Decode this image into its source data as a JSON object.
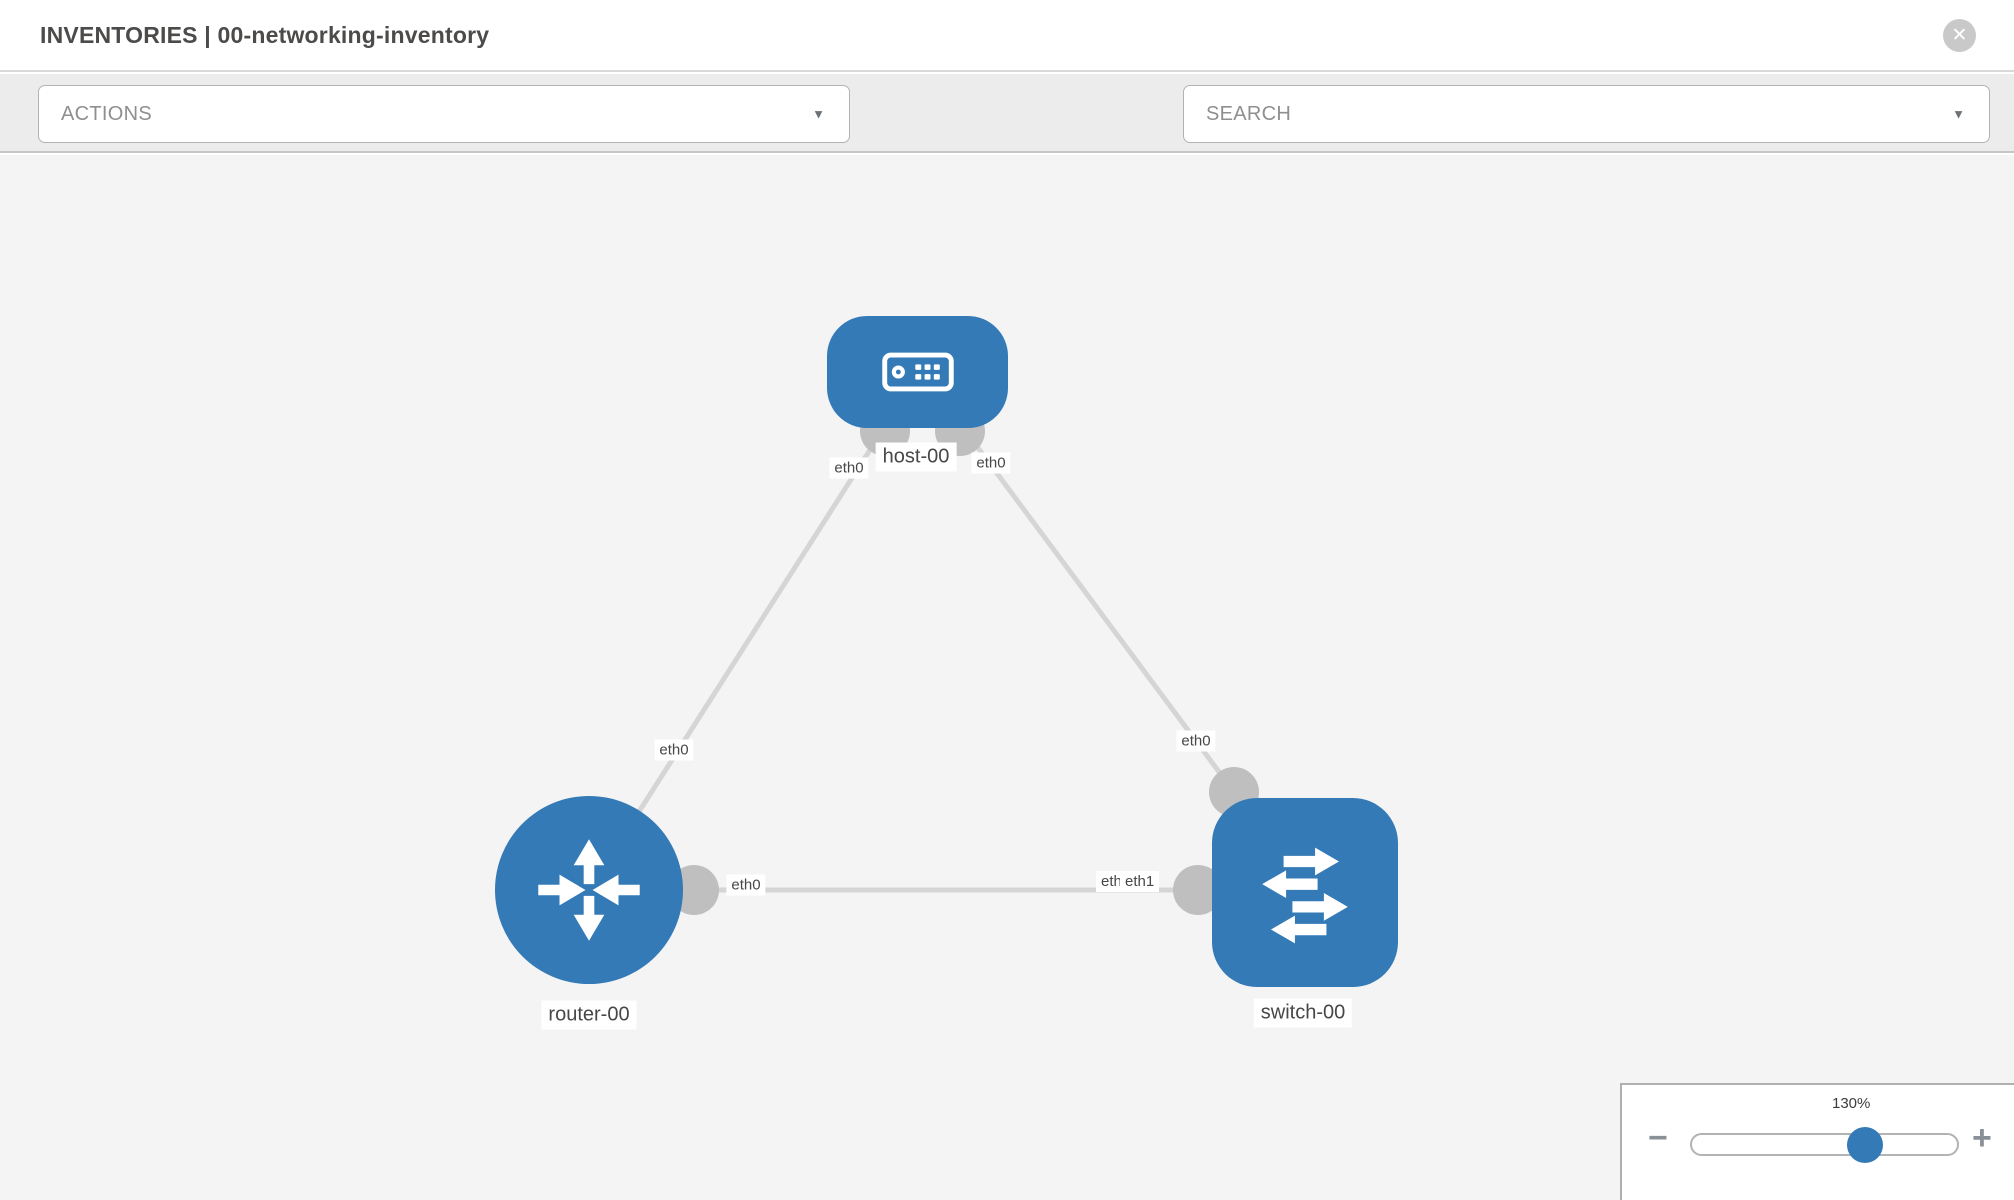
{
  "header": {
    "title": "INVENTORIES | 00-networking-inventory"
  },
  "toolbar": {
    "actions_dropdown": {
      "label": "ACTIONS"
    },
    "search_dropdown": {
      "label": "SEARCH"
    },
    "icons": [
      "wrench-icon",
      "key-icon"
    ]
  },
  "glyphs": {
    "close": "✕",
    "caret_down": "▼"
  },
  "canvas": {
    "nodes": {
      "host": {
        "label": "host-00",
        "type": "host"
      },
      "router": {
        "label": "router-00",
        "type": "router"
      },
      "switch": {
        "label": "switch-00",
        "type": "switch"
      }
    },
    "interface_labels": {
      "host_left": "eth0",
      "host_right": "eth0",
      "router_uplink": "eth0",
      "switch_uplink": "eth0",
      "router_lan": "eth0",
      "switch_lan_behind": "eth0",
      "switch_lan_front": "eth1"
    },
    "links": [
      {
        "from": "host-00",
        "to": "router-00"
      },
      {
        "from": "host-00",
        "to": "switch-00"
      },
      {
        "from": "router-00",
        "to": "switch-00"
      }
    ]
  },
  "zoom_control": {
    "level": "130%",
    "minus_label": "−",
    "plus_label": "+"
  },
  "colors": {
    "node_blue": "#337ab7",
    "link_gray": "#d5d5d5",
    "port_gray": "#bfbfbf",
    "toolbar_bg": "#ececec",
    "canvas_bg": "#f4f4f4",
    "icon_gray": "#8b9198",
    "label_text": "#474747",
    "slider_thumb_blue": "#337ab7"
  }
}
